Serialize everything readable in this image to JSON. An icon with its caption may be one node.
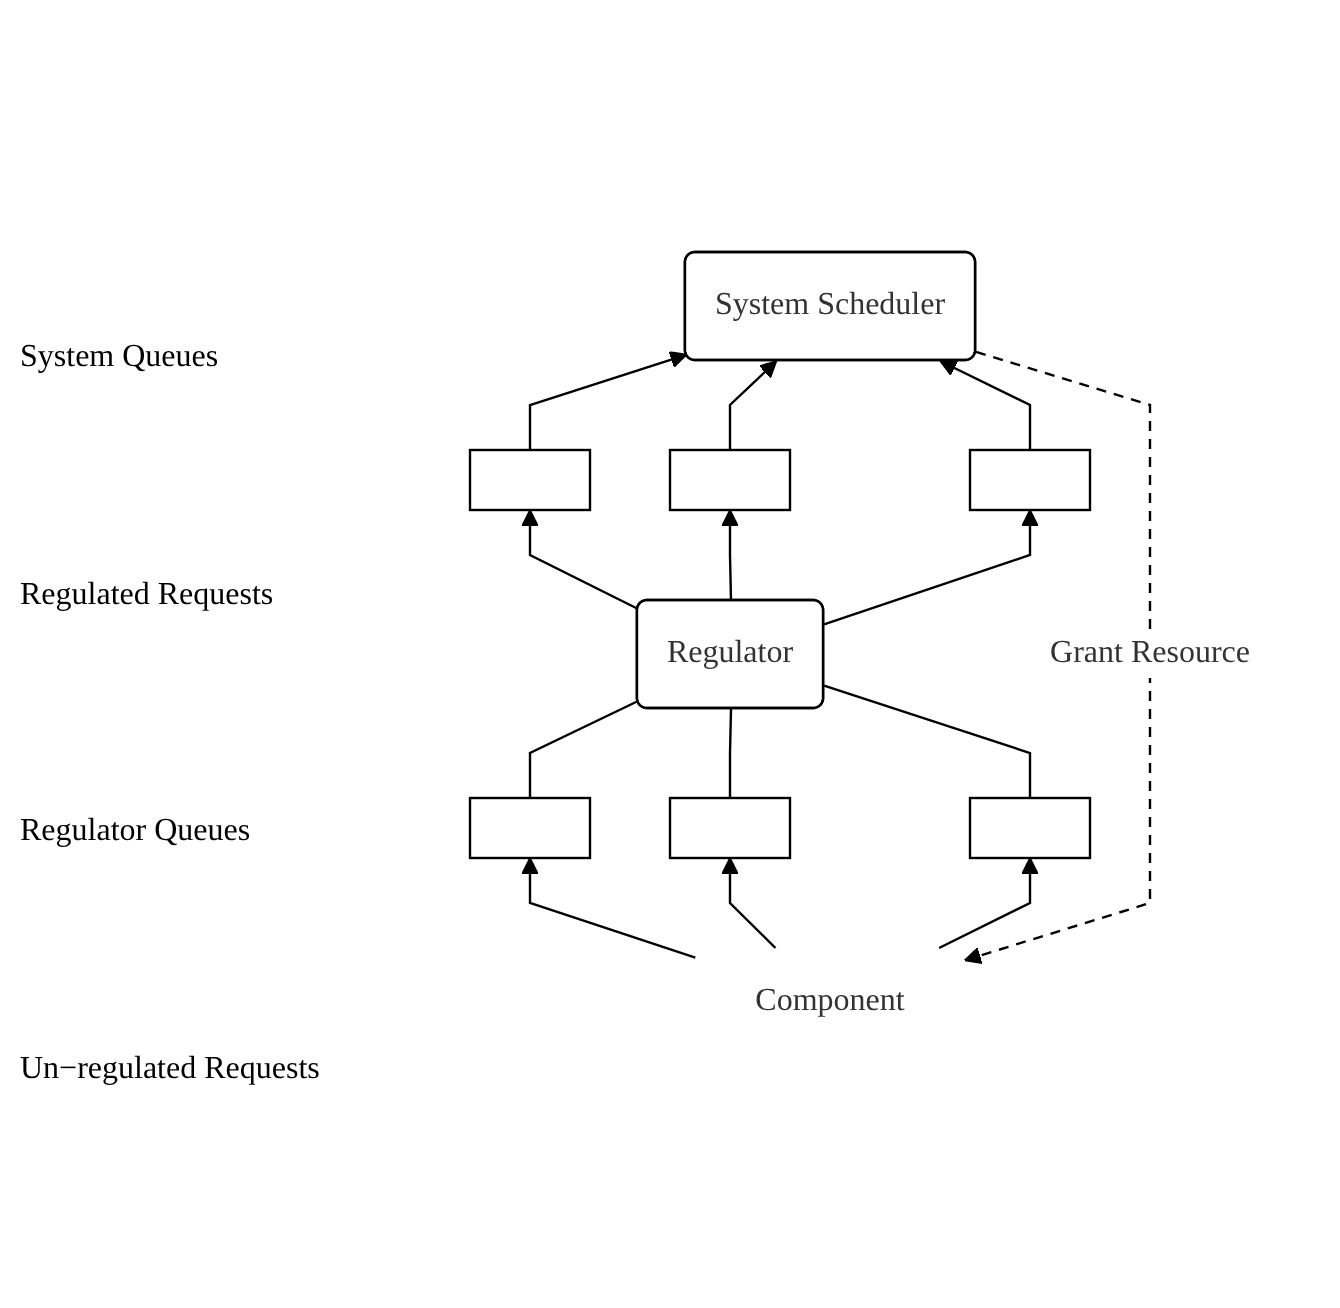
{
  "diagram": {
    "nodes": [
      {
        "text": [
          "System Scheduler"
        ]
      },
      {
        "text": [],
        "shape": "box"
      },
      {
        "text": [],
        "shape": "box"
      },
      {
        "text": [],
        "shape": "box"
      },
      {
        "text": [
          "Regulator"
        ]
      },
      {
        "text": [],
        "shape": "box"
      },
      {
        "text": [],
        "shape": "box"
      },
      {
        "text": [],
        "shape": "box"
      },
      {
        "text": [
          "Component"
        ]
      }
    ],
    "edges": [
      {
        "from": 1,
        "to": 0,
        "arrow": "to"
      },
      {
        "from": 2,
        "to": 0,
        "arrow": "to"
      },
      {
        "from": 3,
        "to": 0,
        "arrow": "to"
      },
      {
        "from": 4,
        "to": 1,
        "arrow": "to"
      },
      {
        "from": 4,
        "to": 2,
        "arrow": "to"
      },
      {
        "from": 4,
        "to": 3,
        "arrow": "to"
      },
      {
        "from": 5,
        "to": 4,
        "arrow": "none"
      },
      {
        "from": 6,
        "to": 4,
        "arrow": "none"
      },
      {
        "from": 7,
        "to": 4,
        "arrow": "none"
      },
      {
        "from": 8,
        "to": 5,
        "arrow": "to"
      },
      {
        "from": 8,
        "to": 6,
        "arrow": "to"
      },
      {
        "from": 8,
        "to": 7,
        "arrow": "to"
      },
      {
        "from": 0,
        "to": 8,
        "arrow": "to",
        "style": "dashed",
        "label": "Grant Resource"
      }
    ],
    "labels": [
      "System Queues",
      "Regulated Requests",
      "Regulator Queues",
      "Un−regulated Requests"
    ]
  }
}
